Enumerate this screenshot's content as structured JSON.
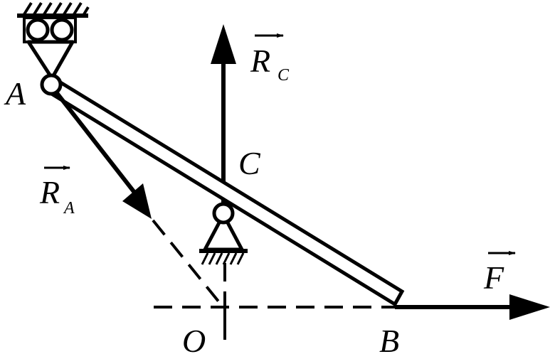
{
  "labels": {
    "point_a": "A",
    "point_b": "B",
    "point_c": "C",
    "point_o": "O",
    "force_ra_letter": "R",
    "force_ra_sub": "A",
    "force_rc_letter": "R",
    "force_rc_sub": "C",
    "force_f": "F"
  },
  "colors": {
    "ink": "#000000",
    "background": "#ffffff"
  }
}
